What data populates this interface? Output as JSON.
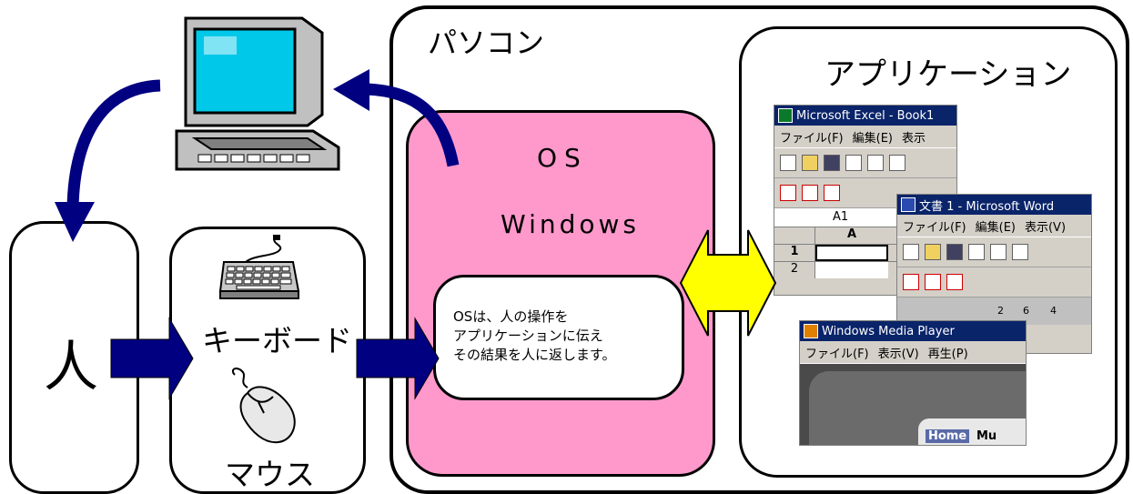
{
  "computer": {
    "icon": "computer-monitor-icon"
  },
  "pasokon": {
    "label": "パソコン"
  },
  "applications": {
    "label": "アプリケーション",
    "excel": {
      "title": "Microsoft Excel - Book1",
      "menu": [
        "ファイル(F)",
        "編集(E)",
        "表示"
      ],
      "cell_ref": "A1",
      "col_header": "A",
      "rows": [
        "1",
        "2"
      ]
    },
    "word": {
      "title": "文書 1 - Microsoft Word",
      "menu": [
        "ファイル(F)",
        "編集(E)",
        "表示(V)"
      ],
      "ruler": [
        "2",
        "6",
        "4"
      ]
    },
    "wmp": {
      "title": "Windows Media Player",
      "menu": [
        "ファイル(F)",
        "表示(V)",
        "再生(P)"
      ],
      "home_tab": "Home",
      "mu_tab": "Mu"
    }
  },
  "os": {
    "label": "OS",
    "name": "Windows",
    "bubble_lines": [
      "OSは、人の操作を",
      "アプリケーションに伝え",
      "その結果を人に返します。"
    ]
  },
  "person": {
    "label": "人"
  },
  "input": {
    "keyboard_label": "キーボード",
    "mouse_label": "マウス",
    "keyboard_icon": "keyboard-icon",
    "mouse_icon": "mouse-icon"
  },
  "colors": {
    "os_fill": "#ff99cc",
    "arrow_navy": "#000080",
    "double_arrow": "#ffff00"
  }
}
